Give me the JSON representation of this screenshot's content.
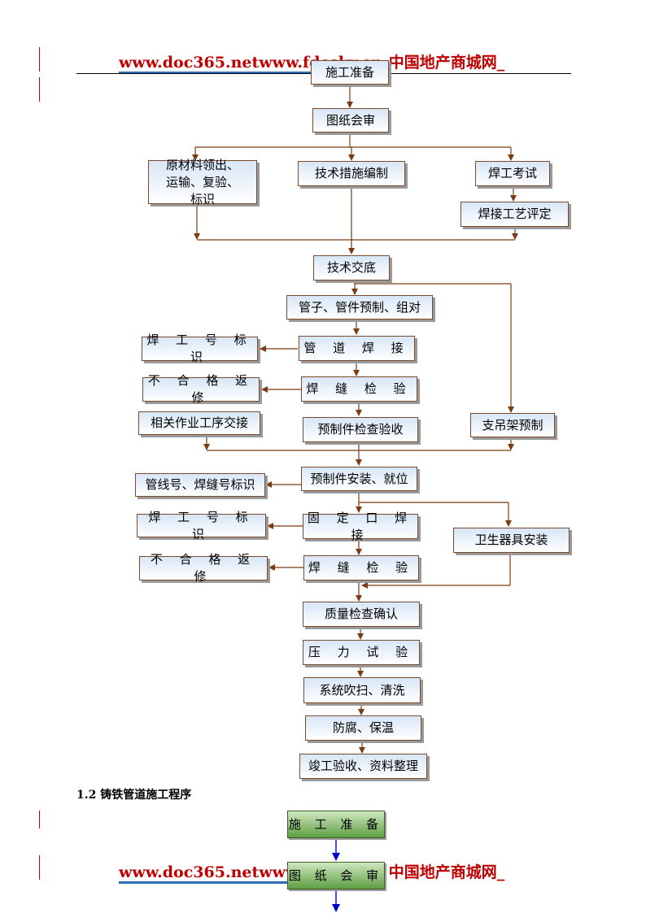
{
  "watermark": {
    "url_text": "www.doc365.netwww.fdcsky.cn",
    "site_name": "中国地产商城网",
    "tail": "_"
  },
  "flowchart_1": {
    "nodes": {
      "prepare": "施工准备",
      "drawing_review": "图纸会审",
      "material": "原材料领出、运输、复验、标识",
      "tech_measures": "技术措施编制",
      "welder_exam": "焊工考试",
      "weld_process": "焊接工艺评定",
      "tech_briefing": "技术交底",
      "prefab_pipe": "管子、管件预制、组对",
      "welder_id_1": "焊 工 号 标 识",
      "pipe_weld": "管 道 焊 接",
      "rework_1": "不 合 格 返 修",
      "weld_inspect_1": "焊 缝 检 验",
      "related_handover": "相关作业工序交接",
      "prefab_check": "预制件检查验收",
      "support_prefab": "支吊架预制",
      "line_weld_id": "管线号、焊缝号标识",
      "prefab_install": "预制件安装、就位",
      "welder_id_2": "焊 工 号 标 识",
      "fixed_weld": "固 定 口 焊 接",
      "sanitary": "卫生器具安装",
      "rework_2": "不 合 格 返 修",
      "weld_inspect_2": "焊 缝 检 验",
      "quality_confirm": "质量检查确认",
      "pressure_test": "压 力 试 验",
      "flush": "系统吹扫、清洗",
      "anticorrosion": "防腐、保温",
      "completion": "竣工验收、资料整理"
    }
  },
  "section_2": {
    "title": "1.2 铸铁管道施工程序",
    "nodes": {
      "prepare": "施 工 准 备",
      "drawing_review": "图 纸 会 审"
    }
  },
  "colors": {
    "arrow_brown": "#7a3b12",
    "arrow_blue": "#0000cc",
    "watermark_red": "#c00000",
    "watermark_underline": "#2f6fb8"
  }
}
